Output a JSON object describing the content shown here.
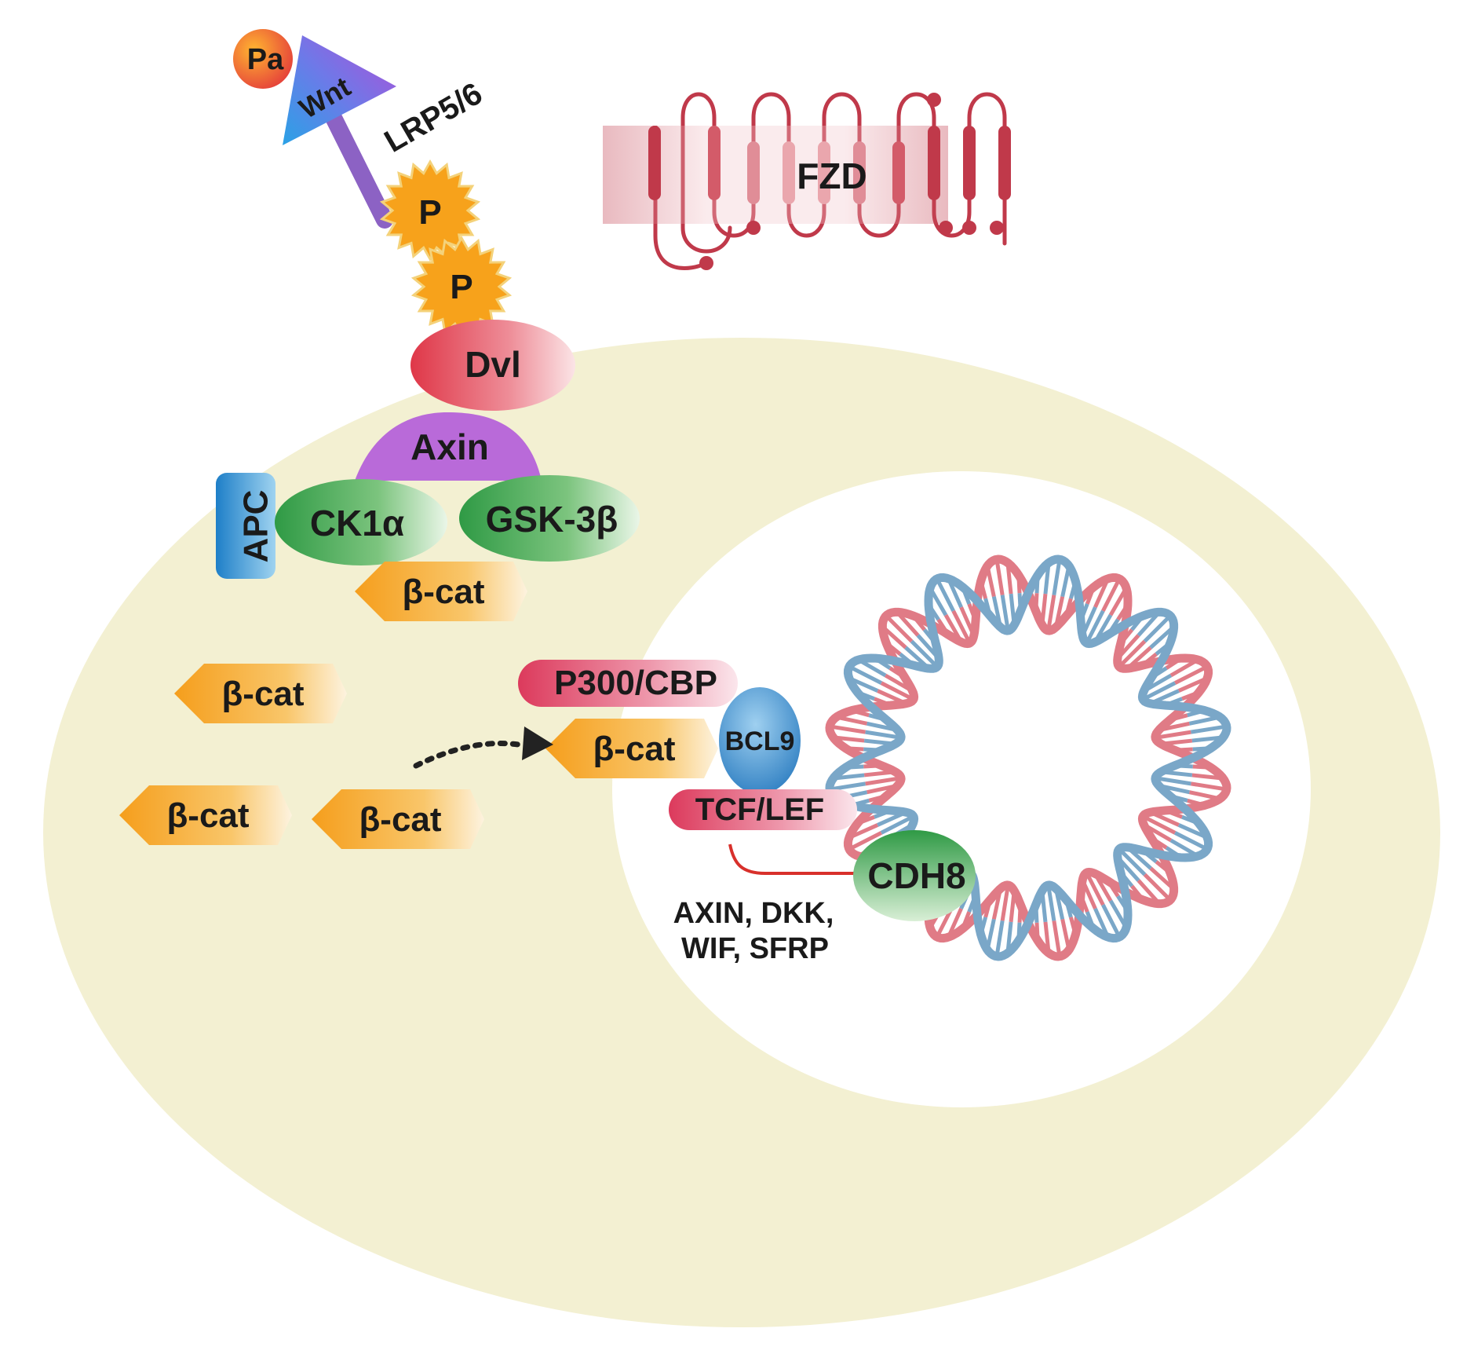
{
  "labels": {
    "pa": "Pa",
    "wnt": "Wnt",
    "lrp": "LRP5/6",
    "p1": "P",
    "p2": "P",
    "fzd": "FZD",
    "dvl": "Dvl",
    "axin": "Axin",
    "apc": "APC",
    "ck1": "CK1α",
    "gsk": "GSK-3β",
    "bcat_complex": "β-cat",
    "bcat_free1": "β-cat",
    "bcat_free2": "β-cat",
    "bcat_free3": "β-cat",
    "bcat_nuclear": "β-cat",
    "p300": "P300/CBP",
    "bcl9": "BCL9",
    "tcf": "TCF/LEF",
    "cdh8": "CDH8",
    "targets_line1": "AXIN, DKK,",
    "targets_line2": "WIF, SFRP"
  },
  "colors": {
    "cytoplasm": "#f3f0d2",
    "nucleus": "#ffffff",
    "fzd": "#c0394a",
    "bcat": "#f6a623",
    "green": "#3aa04a",
    "dvl": "#e0404f",
    "axin": "#b96ad9",
    "apc": "#2d8fd6",
    "bcl9": "#3d8fd0",
    "p300": "#e0405e",
    "dna_red": "#e07b86",
    "dna_blue": "#7aa7c8",
    "phospho": "#f7a21b",
    "inhibit": "#d8302b"
  }
}
